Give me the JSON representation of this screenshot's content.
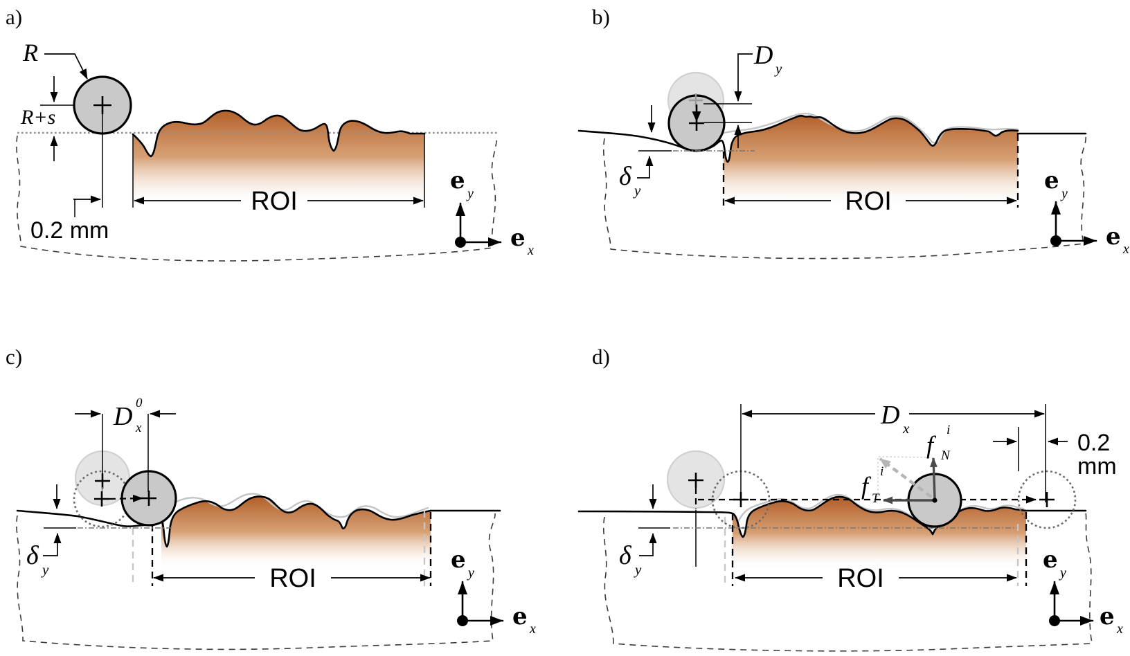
{
  "figure_kind": "four-panel schematic of a spherical tip scratching a rough surface region",
  "colors": {
    "surface_top": "#b4622c",
    "tip_fill": "#c9c9c9",
    "tip_ghost_fill": "#e4e4e4",
    "dotted_reference": "#8f8f8f",
    "force_arrow": "#4a4a4a",
    "resultant_arrow": "#b5b5b5"
  },
  "panels": {
    "a": {
      "tag": "a)",
      "tip_radius_label": "R",
      "standoff_label": "R+s",
      "offset_label": "0.2 mm",
      "roi_label": "ROI",
      "axis_y_base": "e",
      "axis_y_sub": "y",
      "axis_x_base": "e",
      "axis_x_sub": "x"
    },
    "b": {
      "tag": "b)",
      "vertical_displacement_base": "D",
      "vertical_displacement_sub": "y",
      "penetration_base": "δ",
      "penetration_sub": "y",
      "roi_label": "ROI",
      "axis_y_base": "e",
      "axis_y_sub": "y",
      "axis_x_base": "e",
      "axis_x_sub": "x"
    },
    "c": {
      "tag": "c)",
      "initial_step_base": "D",
      "initial_step_sup": "0",
      "initial_step_sub": "x",
      "penetration_base": "δ",
      "penetration_sub": "y",
      "roi_label": "ROI",
      "axis_y_base": "e",
      "axis_y_sub": "y",
      "axis_x_base": "e",
      "axis_x_sub": "x"
    },
    "d": {
      "tag": "d)",
      "scratch_length_base": "D",
      "scratch_length_sub": "x",
      "normal_force_base": "f",
      "normal_force_sup": "i",
      "normal_force_sub": "N",
      "tangential_force_base": "f",
      "tangential_force_sup": "i",
      "tangential_force_sub": "T",
      "offset_value": "0.2",
      "offset_unit": "mm",
      "penetration_base": "δ",
      "penetration_sub": "y",
      "roi_label": "ROI",
      "axis_y_base": "e",
      "axis_y_sub": "y",
      "axis_x_base": "e",
      "axis_x_sub": "x"
    }
  }
}
